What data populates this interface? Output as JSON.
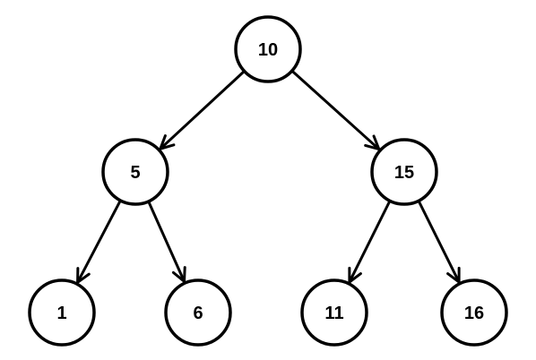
{
  "tree": {
    "colors": {
      "stroke": "#000000",
      "fill": "#ffffff",
      "text": "#000000"
    },
    "nodes": [
      {
        "id": "root",
        "label": "10"
      },
      {
        "id": "left",
        "label": "5"
      },
      {
        "id": "right",
        "label": "15"
      },
      {
        "id": "left-left",
        "label": "1"
      },
      {
        "id": "left-right",
        "label": "6"
      },
      {
        "id": "right-left",
        "label": "11"
      },
      {
        "id": "right-right",
        "label": "16"
      }
    ],
    "edges": [
      {
        "from": "root",
        "to": "left"
      },
      {
        "from": "root",
        "to": "right"
      },
      {
        "from": "left",
        "to": "left-left"
      },
      {
        "from": "left",
        "to": "left-right"
      },
      {
        "from": "right",
        "to": "right-left"
      },
      {
        "from": "right",
        "to": "right-right"
      }
    ]
  }
}
